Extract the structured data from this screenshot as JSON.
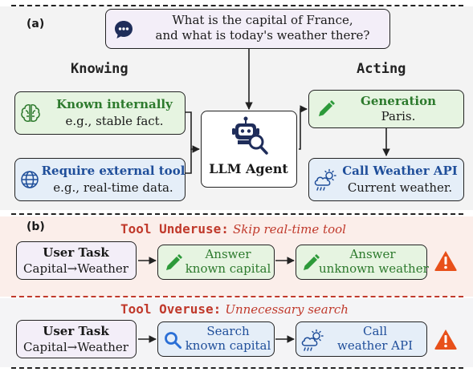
{
  "panel_a": {
    "label": "(a)",
    "question_line1": "What is the capital of France,",
    "question_line2": "and what is today's weather there?",
    "knowing_heading": "Knowing",
    "acting_heading": "Acting",
    "known_title": "Known internally",
    "known_sub": "e.g., stable fact.",
    "external_title": "Require external tool",
    "external_sub": "e.g., real-time data.",
    "agent_label": "LLM Agent",
    "generation_title": "Generation",
    "generation_sub": "Paris.",
    "weather_title": "Call Weather API",
    "weather_sub": "Current weather."
  },
  "panel_b": {
    "label": "(b)",
    "underuse_title": "Tool Underuse:",
    "underuse_subtitle": "Skip real-time tool",
    "task_title": "User Task",
    "task_sub": "Capital→Weather",
    "answer1_line1": "Answer",
    "answer1_line2": "known capital",
    "answer2_line1": "Answer",
    "answer2_line2": "unknown weather",
    "overuse_title": "Tool Overuse:",
    "overuse_subtitle": "Unnecessary search",
    "task2_title": "User Task",
    "task2_sub": "Capital→Weather",
    "search_line1": "Search",
    "search_line2": "known capital",
    "call_line1": "Call",
    "call_line2": "weather API"
  },
  "colors": {
    "green_accent": "#2d7a2d",
    "blue_accent": "#1f4e9a",
    "red_accent": "#c0392b",
    "warning_orange": "#e8501a"
  }
}
